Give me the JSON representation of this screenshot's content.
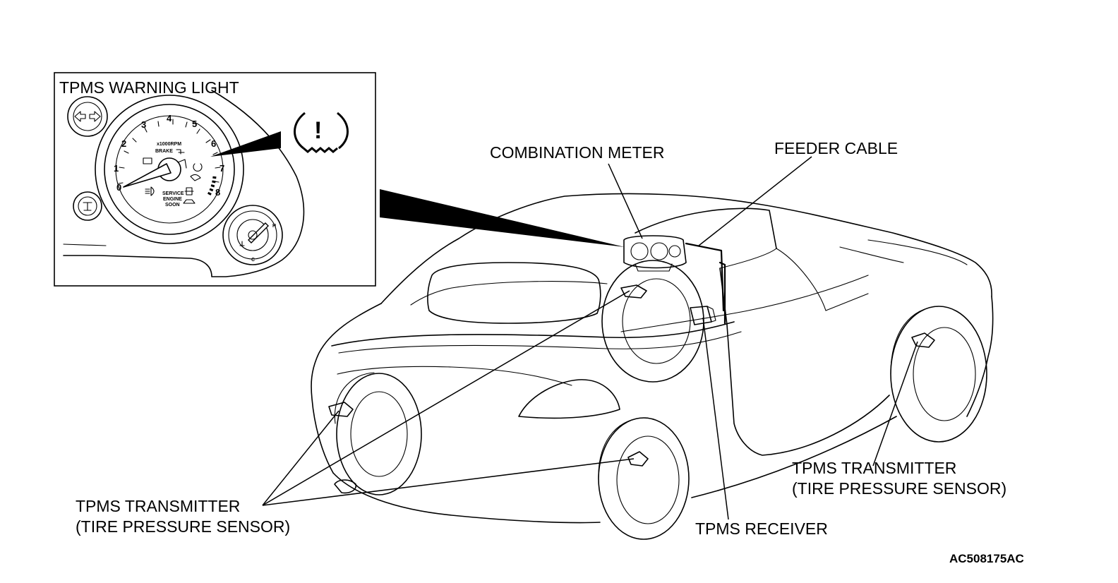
{
  "labels": {
    "warning_light": "TPMS WARNING LIGHT",
    "combination_meter": "COMBINATION METER",
    "feeder_cable": "FEEDER CABLE",
    "transmitter_left_line1": "TPMS TRANSMITTER",
    "transmitter_left_line2": "(TIRE PRESSURE SENSOR)",
    "transmitter_right_line1": "TPMS TRANSMITTER",
    "transmitter_right_line2": "(TIRE PRESSURE SENSOR)",
    "receiver": "TPMS RECEIVER",
    "figure_code": "AC508175AC"
  },
  "gauge": {
    "numbers": [
      "0",
      "1",
      "2",
      "3",
      "4",
      "5",
      "6",
      "7",
      "8"
    ],
    "unit": "x1000RPM",
    "brake": "BRAKE",
    "service_line1": "SERVICE",
    "service_line2": "ENGINE",
    "service_line3": "SOON",
    "warning_symbol": "!",
    "aux_high": "H",
    "aux_low": "C"
  }
}
